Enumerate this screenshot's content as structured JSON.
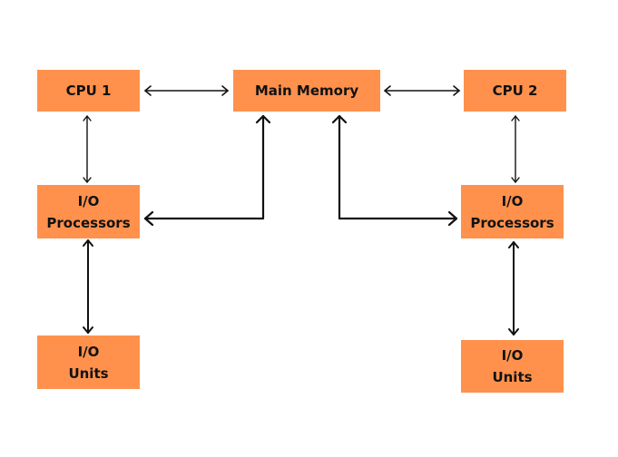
{
  "diagram": {
    "box_color": "#ff914d",
    "line_color": "#111111",
    "nodes": {
      "cpu1": {
        "label": "CPU 1"
      },
      "main_memory": {
        "label": "Main Memory"
      },
      "cpu2": {
        "label": "CPU 2"
      },
      "iop_left": {
        "line1": "I/O",
        "line2": "Processors"
      },
      "iop_right": {
        "line1": "I/O",
        "line2": "Processors"
      },
      "iou_left": {
        "line1": "I/O",
        "line2": "Units"
      },
      "iou_right": {
        "line1": "I/O",
        "line2": "Units"
      }
    },
    "edges": [
      {
        "from": "cpu1",
        "to": "main_memory",
        "direction": "bidirectional"
      },
      {
        "from": "main_memory",
        "to": "cpu2",
        "direction": "bidirectional"
      },
      {
        "from": "cpu1",
        "to": "iop_left",
        "direction": "bidirectional"
      },
      {
        "from": "cpu2",
        "to": "iop_right",
        "direction": "bidirectional"
      },
      {
        "from": "iop_left",
        "to": "main_memory",
        "direction": "bidirectional"
      },
      {
        "from": "main_memory",
        "to": "iop_right",
        "direction": "bidirectional"
      },
      {
        "from": "iop_left",
        "to": "iou_left",
        "direction": "bidirectional"
      },
      {
        "from": "iop_right",
        "to": "iou_right",
        "direction": "bidirectional"
      }
    ]
  }
}
